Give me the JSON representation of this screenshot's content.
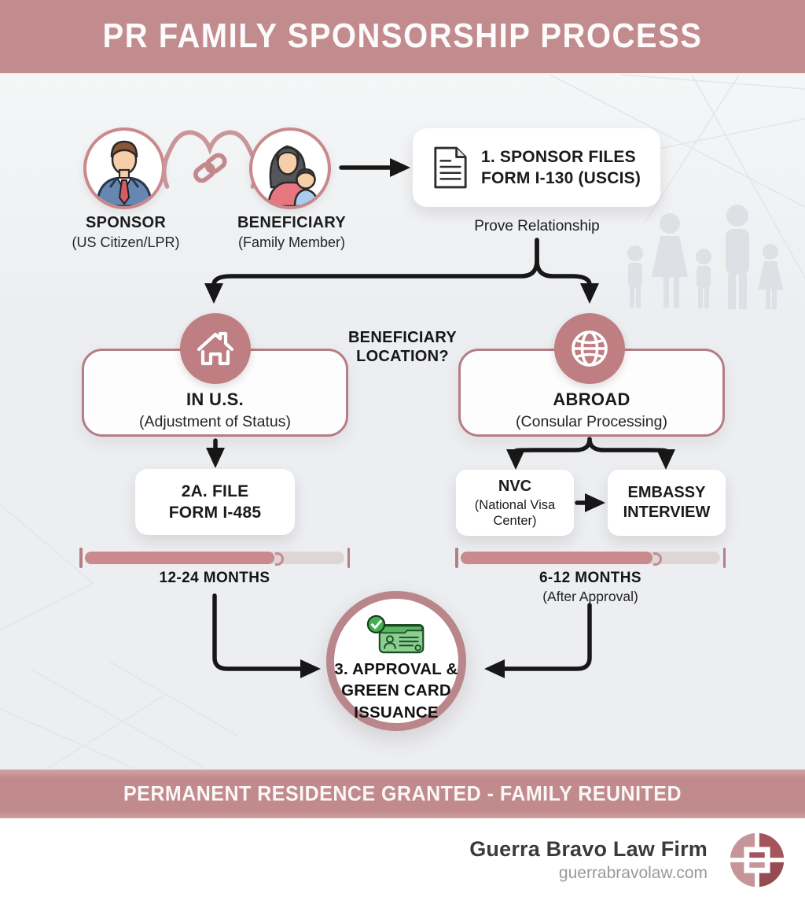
{
  "colors": {
    "banner": "#c28b8e",
    "accent_circle": "#bf7e82",
    "box_border": "#b47e82",
    "bar_fill": "#c9898d",
    "bar_track": "#ded5d7",
    "final_ring": "#b9868b",
    "arrow": "#171717",
    "approved_green": "#47ad52",
    "background": "#edeff2",
    "watermark": "#dcdfe3"
  },
  "header": {
    "title": "PR FAMILY SPONSORSHIP PROCESS"
  },
  "actors": {
    "sponsor": {
      "label": "SPONSOR",
      "sublabel": "(US Citizen/LPR)",
      "icon": "man-in-suit"
    },
    "relationship_icon": "heart-chain-link",
    "beneficiary": {
      "label": "BENEFICIARY",
      "sublabel": "(Family Member)",
      "icon": "woman-with-child"
    }
  },
  "step1": {
    "icon": "document",
    "line1": "1. SPONSOR FILES",
    "line2": "FORM I-130 (USCIS)",
    "note": "Prove Relationship"
  },
  "decision": {
    "line1": "BENEFICIARY",
    "line2": "LOCATION?"
  },
  "branch_us": {
    "icon": "house",
    "title": "IN U.S.",
    "subtitle": "(Adjustment of Status)",
    "step2a": {
      "line1": "2A. FILE",
      "line2": "FORM I-485"
    },
    "timeline": {
      "label": "12-24 MONTHS",
      "progress": "73%"
    }
  },
  "branch_abroad": {
    "icon": "globe",
    "title": "ABROAD",
    "subtitle": "(Consular Processing)",
    "nvc": {
      "title": "NVC",
      "sub_line1": "(National Visa",
      "sub_line2": "Center)"
    },
    "embassy": {
      "line1": "EMBASSY",
      "line2": "INTERVIEW"
    },
    "timeline": {
      "label": "6-12 MONTHS",
      "sublabel": "(After Approval)",
      "progress": "74%"
    }
  },
  "final": {
    "icon": "green-card-approved",
    "line1": "3. APPROVAL &",
    "line2": "GREEN CARD",
    "line3": "ISSUANCE"
  },
  "bottom_banner": {
    "text": "PERMANENT RESIDENCE GRANTED - FAMILY REUNITED"
  },
  "brand": {
    "name": "Guerra Bravo Law Firm",
    "website": "guerrabravolaw.com",
    "logo": "guerra-bravo-monogram"
  },
  "decor": {
    "watermark_icon": "family-silhouette"
  }
}
